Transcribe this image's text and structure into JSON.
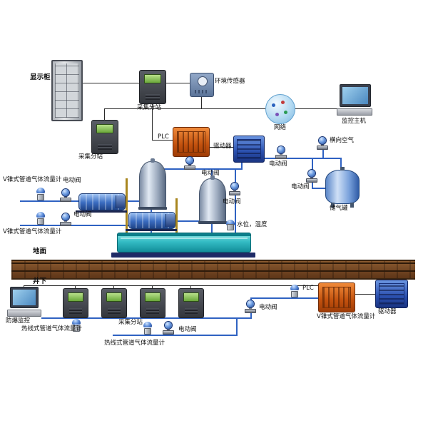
{
  "labels": {
    "display_cabinet": "显示柜",
    "substation": "采集分站",
    "env_sensor": "环境传感器",
    "network": "网络",
    "monitor_host": "监控主机",
    "plc": "PLC",
    "driver": "驱动器",
    "lateral_air": "横向空气",
    "electric_valve": "电动阀",
    "gas_tank": "储气罐",
    "vcone_flowmeter": "V锥式管道气体流量计",
    "level_temp": "水位，温度",
    "ground": "地面",
    "underground": "井下",
    "exproof_monitor": "防爆监控",
    "hotwire_flowmeter": "热线式管道气体流量计"
  }
}
